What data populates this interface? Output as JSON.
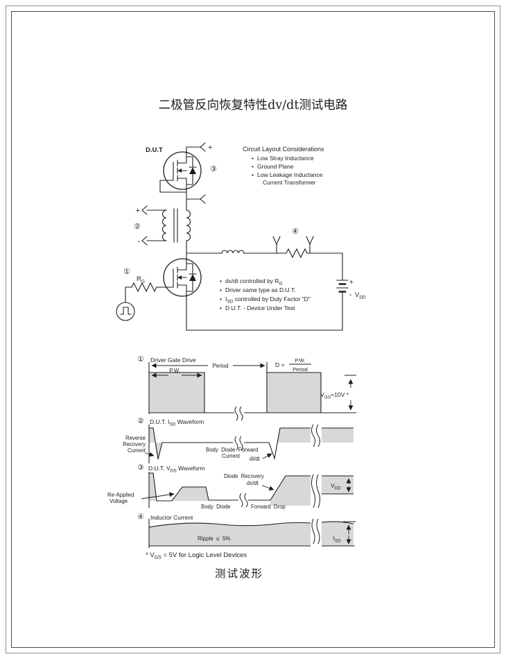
{
  "page": {
    "title": "二极管反向恢复特性dv/dt测试电路",
    "caption": "测试波形",
    "footnote": {
      "pre": "* V",
      "sub": "GS",
      "post": " = 5V for Logic Level Devices"
    }
  },
  "circuit": {
    "dut_label": "D.U.T",
    "markers": {
      "m1": "①",
      "m2": "②",
      "m3": "③",
      "m4": "④"
    },
    "terminals": {
      "top_plus": "+",
      "xfmr_plus": "+",
      "xfmr_minus": "-"
    },
    "gate_resistor": {
      "pre": "R",
      "sub": "G"
    },
    "battery": {
      "plus": "+",
      "minus": "-",
      "v": "V",
      "v_sub": "DD"
    },
    "layout_box": {
      "heading": "Circuit Layout Considerations",
      "bullet": "•",
      "items": [
        "Low Stray Inductance",
        "Ground Plane",
        "Low Leakage Inductance",
        "Current Transformer"
      ]
    },
    "notes": {
      "bullet": "•",
      "n1": {
        "pre": "dv/dt controlled by R",
        "sub": "G",
        "post": ""
      },
      "n2": {
        "pre": "Driver same type as D.U.T.",
        "sub": "",
        "post": ""
      },
      "n3": {
        "pre": "I",
        "sub": "SD",
        "post": " controlled by Duty Factor \"D\""
      },
      "n4": {
        "pre": "D.U.T. - Device Under Test",
        "sub": "",
        "post": ""
      }
    }
  },
  "waveforms": {
    "w1": {
      "marker": "①",
      "label": "Driver Gate Drive",
      "pw": "P.W.",
      "period": "Period",
      "duty": {
        "lhs": "D =",
        "num": "P.W.",
        "den": "Period"
      },
      "vgs": {
        "pre": "V",
        "sub": "GS",
        "post": "=10V *"
      }
    },
    "w2": {
      "marker": "②",
      "label": {
        "pre": "D.U.T. I",
        "sub": "SD",
        "post": " Waveform"
      },
      "left_note_l1": "Reverse",
      "left_note_l2": "Recovery",
      "left_note_l3": "Current",
      "mid_note_l1": "Body  Diode  Forward",
      "mid_note_l2": "Current",
      "didt": "di/dt"
    },
    "w3": {
      "marker": "③",
      "label": {
        "pre": "D.U.T. V",
        "sub": "DS",
        "post": " Waveform"
      },
      "left_note_l1": "Re-Applied",
      "left_note_l2": "Voltage",
      "top_note_l1": "Diode  Recovery",
      "top_note_l2": "dv/dt",
      "bottom_note_l1": "Body  Diode",
      "bottom_note_l2": "Forward  Drop",
      "vdd": {
        "pre": "V",
        "sub": "DD"
      }
    },
    "w4": {
      "marker": "④",
      "label": "Inductor Current",
      "ripple": "Ripple  ≤  5%",
      "isd": {
        "pre": "I",
        "sub": "SD"
      }
    }
  }
}
